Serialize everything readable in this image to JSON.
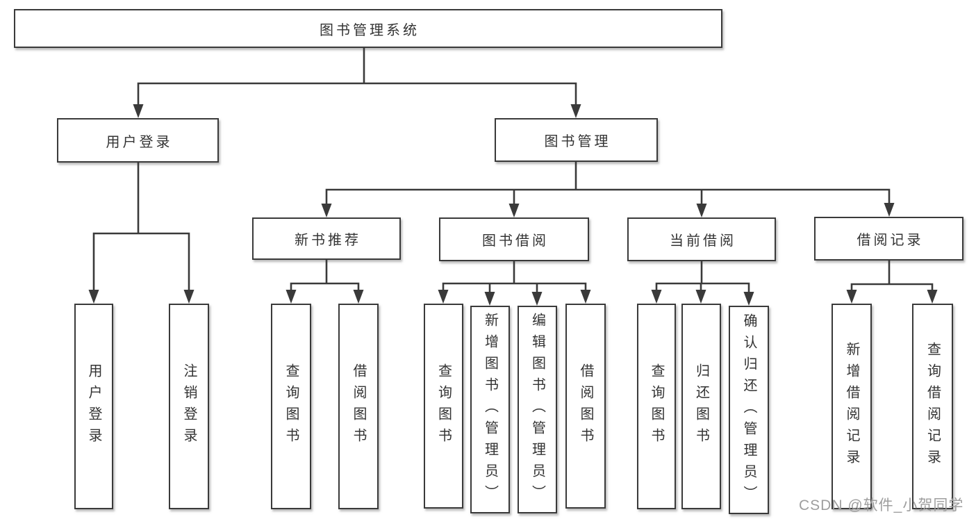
{
  "diagram": {
    "root": {
      "label": "图书管理系统"
    },
    "login": {
      "label": "用户登录",
      "children": [
        {
          "label": "用户登录"
        },
        {
          "label": "注销登录"
        }
      ]
    },
    "management": {
      "label": "图书管理",
      "sections": [
        {
          "label": "新书推荐",
          "children": [
            {
              "label": "查询图书"
            },
            {
              "label": "借阅图书"
            }
          ]
        },
        {
          "label": "图书借阅",
          "children": [
            {
              "label": "查询图书"
            },
            {
              "label": "新增图书（管理员）"
            },
            {
              "label": "编辑图书（管理员）"
            },
            {
              "label": "借阅图书"
            }
          ]
        },
        {
          "label": "当前借阅",
          "children": [
            {
              "label": "查询图书"
            },
            {
              "label": "归还图书"
            },
            {
              "label": "确认归还（管理员）"
            }
          ]
        },
        {
          "label": "借阅记录",
          "children": [
            {
              "label": "新增借阅记录"
            },
            {
              "label": "查询借阅记录"
            }
          ]
        }
      ]
    }
  },
  "watermark": "CSDN @软件_小贺同学",
  "colors": {
    "line": "#3a3a3a",
    "text": "#333333",
    "watermark": "#9e9e9e",
    "background": "#ffffff"
  }
}
